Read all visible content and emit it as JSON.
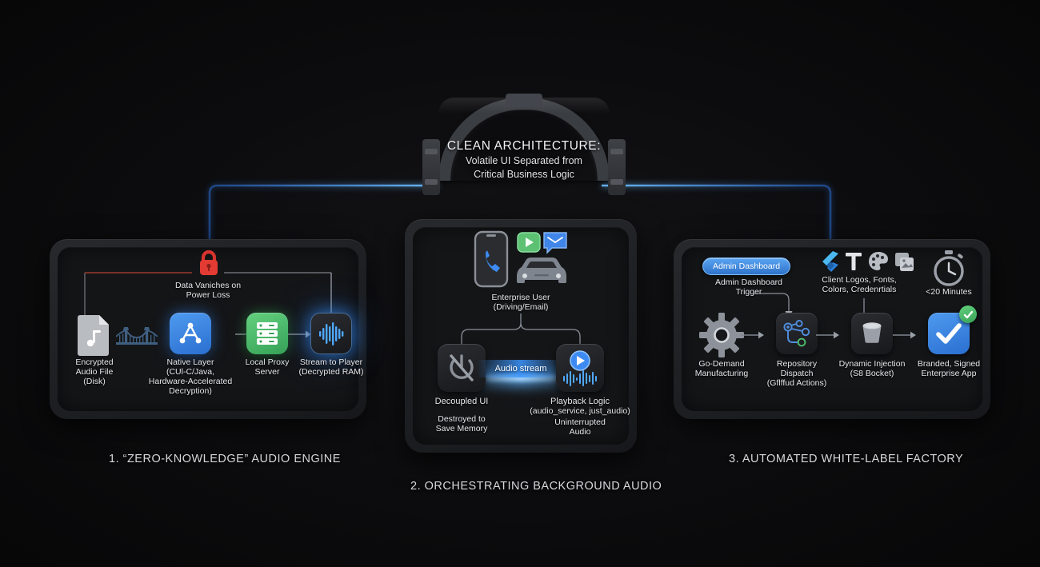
{
  "hero": {
    "title": "CLEAN ARCHITECTURE:",
    "line2": "Volatile UI Separated from",
    "line3": "Critical Business Logic"
  },
  "panel1": {
    "caption": "1. “ZERO-KNOWLEDGE” AUDIO ENGINE",
    "warning_line1": "Data Vaniches on",
    "warning_line2": "Power Loss",
    "lock_icon": "lock-icon",
    "nodes": [
      {
        "id": "encrypted-audio-file",
        "icon": "music-file-icon",
        "label": [
          "Encrypted",
          "Audio File",
          "(Disk)"
        ]
      },
      {
        "id": "bridge",
        "icon": "bridge-icon",
        "label": []
      },
      {
        "id": "native-layer",
        "icon": "xcode-icon",
        "label": [
          "Native Layer",
          "(CUl-C/Java,",
          "Hardware-Accelerated",
          "Decryption)"
        ]
      },
      {
        "id": "local-proxy-server",
        "icon": "server-icon",
        "label": [
          "Local Proxy",
          "Server"
        ]
      },
      {
        "id": "stream-to-player",
        "icon": "waveform-icon",
        "label": [
          "Stream to Player",
          "(Decrypted RAM)"
        ]
      }
    ]
  },
  "panel2": {
    "caption": "2. ORCHESTRATING BACKGROUND AUDIO",
    "user_label_1": "Enterprise User",
    "user_label_2": "(Driving/Email)",
    "icons": [
      "phone-call-icon",
      "play-icon",
      "mail-icon",
      "car-icon"
    ],
    "stream_label": "Audio stream",
    "left": {
      "icon": "power-off-slashed-icon",
      "title": "Decoupled UI",
      "sub1": "Destroyed to",
      "sub2": "Save Memory"
    },
    "right": {
      "icon": "play-waveform-icon",
      "title": "Playback Logic",
      "title2": "(audio_service, just_audio)",
      "sub1": "Uninterrupted",
      "sub2": "Audio"
    }
  },
  "panel3": {
    "caption": "3. AUTOMATED WHITE-LABEL FACTORY",
    "pill_label": "Admin Dashboard",
    "trigger_line1": "Admin Dashboard",
    "trigger_line2": "Trigger",
    "assets_line1": "Client Logos, Fonts,",
    "assets_line2": "Colors, Credenrtials",
    "assets_icons": [
      "flutter-icon",
      "typography-icon",
      "palette-icon",
      "image-stack-icon"
    ],
    "timer_icon": "stopwatch-icon",
    "timer_label": "<20 Minutes",
    "nodes": [
      {
        "id": "on-demand-manufacturing",
        "icon": "gear-icon",
        "label": [
          "Go-Demand",
          "Manufacturing"
        ]
      },
      {
        "id": "repository-dispatch",
        "icon": "git-graph-icon",
        "label": [
          "Repository",
          "Dispatch",
          "(Gflffud Actions)"
        ]
      },
      {
        "id": "dynamic-injection",
        "icon": "bucket-icon",
        "label": [
          "Dynamic Injection",
          "(S8 Bocket)"
        ]
      },
      {
        "id": "branded-signed-app",
        "icon": "check-app-icon",
        "label": [
          "Branded, Signed",
          "Enterprise App"
        ]
      }
    ]
  },
  "colors": {
    "accent_blue": "#3d8bf2",
    "green": "#4fbf6e",
    "red": "#e03434",
    "panel_bg": "#141517",
    "card_bg": "#1e2023"
  }
}
